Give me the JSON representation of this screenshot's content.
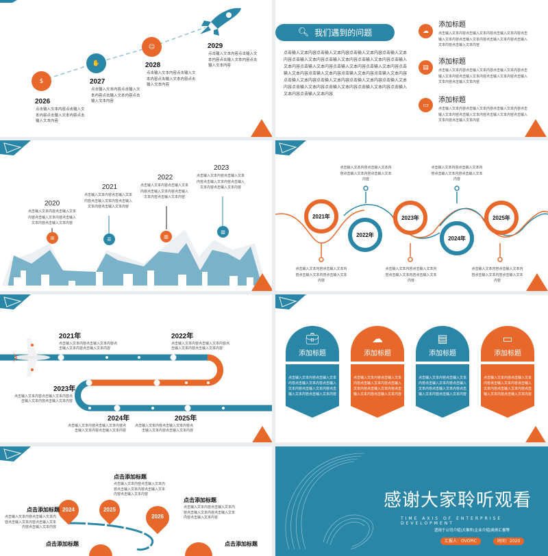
{
  "colors": {
    "teal": "#2a86a6",
    "orange": "#e8672a",
    "page_bg": "#e9edf0"
  },
  "placeholder_short": "点击输入文本内容点击输入文本内容点击输入文本内容",
  "slide1": {
    "milestones": [
      {
        "year": "2026",
        "icon": "money-bag-icon",
        "lines": [
          "点击输入文本内容点击输入文",
          "本内容点击输入文本内容点击",
          "输入文本内容"
        ]
      },
      {
        "year": "2027",
        "icon": "handshake-icon",
        "lines": [
          "点击输入文本内容点击输入文",
          "本内容点击输入文本内容点击",
          "输入文本内容"
        ]
      },
      {
        "year": "2028",
        "icon": "team-icon",
        "lines": [
          "点击输入文本内容点击输入文",
          "本内容点击输入文本内容点击",
          "输入文本内容"
        ]
      },
      {
        "year": "2029",
        "icon": "rocket-icon",
        "lines": [
          "点击输入文本内容点击输入文",
          "本内容点击输入文本内容点击",
          "输入文本内容"
        ]
      }
    ]
  },
  "slide2": {
    "title": "我们遇到的问题",
    "paragraph": [
      "点击输入文本内容点击输入文本内容点击输入文本内容点击输入文本",
      "内容点击输入文本内容点击输入文本内容点击输入文本内容点击输入",
      "文本内容点击输入文本内容点击输入文本内容点击输入文本内容点击",
      "输入文本内容点击输入文本内容点击输入文本内容点击输入文本内容",
      "点击输入文本内容点击输入文本内容点击输入文本内容点击输入文本",
      "内容点击输入文本内容点击输入文本内容点击输入文本内容点击输入",
      "文本内容点击输入文本内容"
    ],
    "items": [
      {
        "title": "添加标题",
        "icon": "cloud-upload-icon",
        "lines": [
          "点击输入文本内容点击输入文本内容点击输入文本内容点击",
          "输入文本内容点击输入文本内容点击输入文本内容点击输入",
          "文本内容点击输入文本内容"
        ]
      },
      {
        "title": "添加标题",
        "icon": "document-icon",
        "lines": [
          "点击输入文本内容点击输入文本内容点击输入文本内容点击",
          "输入文本内容点击输入文本内容点击输入文本内容点击输入",
          "文本内容点击输入文本内容"
        ]
      },
      {
        "title": "添加标题",
        "icon": "monitor-chart-icon",
        "lines": [
          "点击输入文本内容点击输入文本内容点击输入文本内容点击",
          "输入文本内容点击输入文本内容点击输入文本内容点击输入",
          "文本内容点击输入文本内容"
        ]
      }
    ]
  },
  "slide3": {
    "milestones": [
      {
        "year": "2020",
        "lines": [
          "点击输入文本内容点击输入文本",
          "内容点击输入文本内容点击输入",
          "文本内容点击输入文本内容"
        ]
      },
      {
        "year": "2021",
        "lines": [
          "点击输入文本内容点击输入文本",
          "内容点击输入文本内容点击输入",
          "文本内容点击输入文本内容"
        ]
      },
      {
        "year": "2022",
        "lines": [
          "点击输入文本内容点击输入文本",
          "内容点击输入文本内容点击输入",
          "文本内容点击输入文本内容"
        ]
      },
      {
        "year": "2023",
        "lines": [
          "点击输入文本内容点击输入文本",
          "内容点击输入文本内容点击输入",
          "文本内容点击输入文本内容"
        ]
      }
    ]
  },
  "slide4": {
    "years": [
      "2021年",
      "2022年",
      "2023年",
      "2024年",
      "2025年"
    ],
    "lines": [
      "点击输入文本内容点击输入文本内",
      "容点击输入文本内容点击输入文本",
      "内容"
    ]
  },
  "slide5": {
    "milestones": [
      {
        "year": "2021年",
        "lines": [
          "点击输入文本内容点击输入文本内容点",
          "击输入文本内容点击输入文本内容"
        ]
      },
      {
        "year": "2022年",
        "lines": [
          "点击输入文本内容点击输入文本内容点",
          "击输入文本内容点击输入文本内容"
        ]
      },
      {
        "year": "2023年",
        "lines": [
          "点击输入文本内容点击输入文本内容点",
          "击输入文本内容点击输入文本内容"
        ]
      },
      {
        "year": "2024年",
        "lines": [
          "点击输入文本内容点击输入文本内容点",
          "击输入文本内容点击输入文本内容"
        ]
      },
      {
        "year": "2025年",
        "lines": [
          "点击输入文本内容点击输入文本内容点",
          "击输入文本内容点击输入文本内容"
        ]
      }
    ]
  },
  "slide6": {
    "cards": [
      {
        "title": "添加标题",
        "icon": "briefcase-icon",
        "color": "teal",
        "text": "点击输入文本内容点击输入文本内容点击输入文本内容点击输入文本内容点击输入文本内容点击输入文本内容点击输入文本内容"
      },
      {
        "title": "添加标题",
        "icon": "cloud-upload-icon",
        "color": "orange",
        "text": "点击输入文本内容点击输入文本内容点击输入文本内容点击输入文本内容点击输入文本内容点击输入文本内容点击输入文本内容"
      },
      {
        "title": "添加标题",
        "icon": "document-icon",
        "color": "teal",
        "text": "点击输入文本内容点击输入文本内容点击输入文本内容点击输入文本内容点击输入文本内容点击输入文本内容点击输入文本内容"
      },
      {
        "title": "添加标题",
        "icon": "monitor-chart-icon",
        "color": "orange",
        "text": "点击输入文本内容点击输入文本内容点击输入文本内容点击输入文本内容点击输入文本内容点击输入文本内容点击输入文本内容"
      }
    ]
  },
  "slide7": {
    "heading": "点击添加标题",
    "pins": [
      "2024",
      "2025",
      "2026"
    ],
    "lines": [
      "点击输入文本内容点击输入文本内",
      "容点击输入文本内容点击输入文本",
      "内容点击输入文本内容"
    ]
  },
  "slide8": {
    "title": "感谢大家聆听观看",
    "subtitle_en": "TIME AXIS OF ENTERPRISE DEVELOPMENT",
    "tagline": "适用于公司介绍|大事件|企业介绍|商务汇报等",
    "reporter": "汇报人：OVOPIC",
    "date": "时间：2020"
  }
}
